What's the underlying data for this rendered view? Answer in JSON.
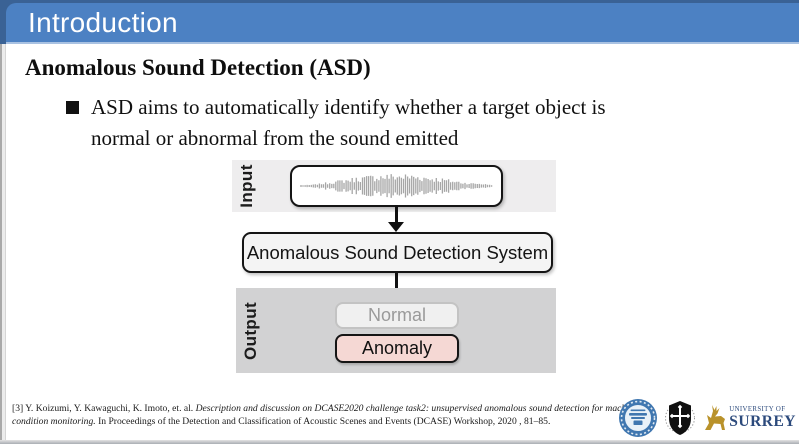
{
  "header": {
    "title": "Introduction"
  },
  "slide": {
    "title": "Anomalous Sound Detection (ASD)",
    "bullet": {
      "lines": [
        "ASD aims to automatically identify whether a target object is",
        "normal or abnormal from the sound emitted"
      ]
    }
  },
  "diagram": {
    "input_label": "Input",
    "output_label": "Output",
    "system_label": "Anomalous Sound Detection System",
    "normal_label": "Normal",
    "anomaly_label": "Anomaly"
  },
  "footer": {
    "citation": {
      "prefix": "[3] Y. Koizumi, Y. Kawaguchi, K. Imoto, et. al. ",
      "italic": "Description and discussion on DCASE2020 challenge task2: unsupervised anomalous sound detection for machine condition monitoring.",
      "suffix": " In Proceedings of the Detection and Classification of Acoustic Scenes and Events (DCASE) Workshop, 2020 , 81–85."
    },
    "logos": {
      "seal": "university-seal",
      "shield": "university-shield-emblem",
      "surrey_line1": "UNIVERSITY OF",
      "surrey_line2": "SURREY"
    }
  },
  "colors": {
    "header_blue": "#4c81c3",
    "edge_blue": "#3a6295",
    "input_band": "#eeedee",
    "output_band": "#d2d2d3",
    "system_fill": "#f4f4f4",
    "normal_fill": "#f0f0f0",
    "normal_border": "#c3c3c3",
    "normal_text": "#9a9a9a",
    "anomaly_fill": "#f5d8d4",
    "waveform_gray": "#a6a6a6",
    "surrey_blue": "#2c4a7c",
    "surrey_gold": "#b9922a"
  }
}
